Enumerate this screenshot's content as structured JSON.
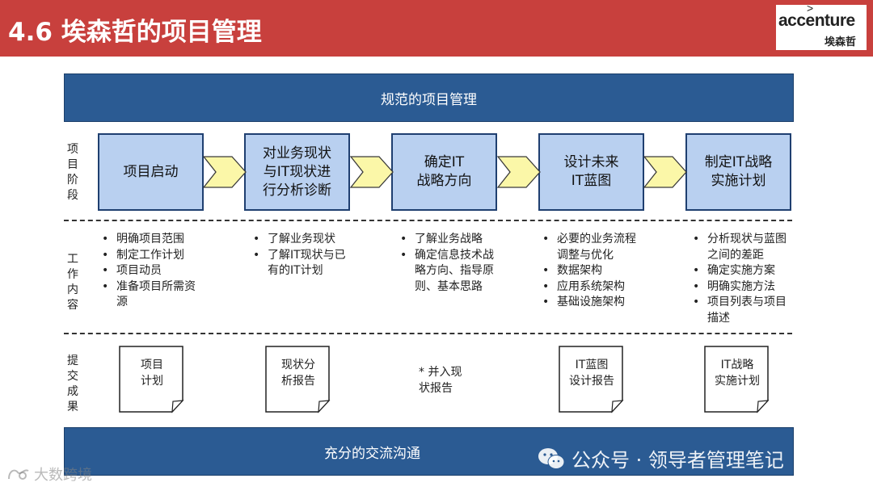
{
  "header": {
    "title": "4.6 埃森哲的项目管理"
  },
  "logo": {
    "text_en": "accenture",
    "text_zh": "埃森哲",
    "caret": ">"
  },
  "bands": {
    "top": "规范的项目管理",
    "bottom": "充分的交流沟通"
  },
  "row_labels": {
    "phases": "项目阶段",
    "work": "工作内容",
    "deliverables": "提交成果"
  },
  "phases": [
    {
      "label": "项目启动"
    },
    {
      "label": "对业务现状\n与IT现状进\n行分析诊断"
    },
    {
      "label": "确定IT\n战略方向"
    },
    {
      "label": "设计未来\nIT蓝图"
    },
    {
      "label": "制定IT战略\n实施计划"
    }
  ],
  "work": [
    {
      "items": [
        "明确项目范围",
        "制定工作计划",
        "项目动员",
        "准备项目所需资源"
      ]
    },
    {
      "items": [
        "了解业务现状",
        "了解IT现状与已有的IT计划"
      ]
    },
    {
      "items": [
        "了解业务战略",
        "确定信息技术战略方向、指导原则、基本思路"
      ]
    },
    {
      "items": [
        "必要的业务流程调整与优化",
        "数据架构",
        "应用系统架构",
        "基础设施架构"
      ]
    },
    {
      "items": [
        "分析现状与蓝图之间的差距",
        "确定实施方案",
        "明确实施方法",
        "项目列表与项目描述"
      ]
    }
  ],
  "deliverables": {
    "docs": [
      {
        "label": "项目\n计划"
      },
      {
        "label": "现状分\n析报告"
      },
      {
        "label": "IT蓝图\n设计报告"
      },
      {
        "label": "IT战略\n实施计划"
      }
    ],
    "note": "* 并入现\n状报告"
  },
  "watermarks": {
    "right": "公众号 · 领导者管理笔记",
    "left": "大数跨境"
  },
  "colors": {
    "header": "#c8403d",
    "band": "#2b5b93",
    "phase_fill": "#b9d0f0",
    "arrow_fill": "#fbf7a8"
  }
}
